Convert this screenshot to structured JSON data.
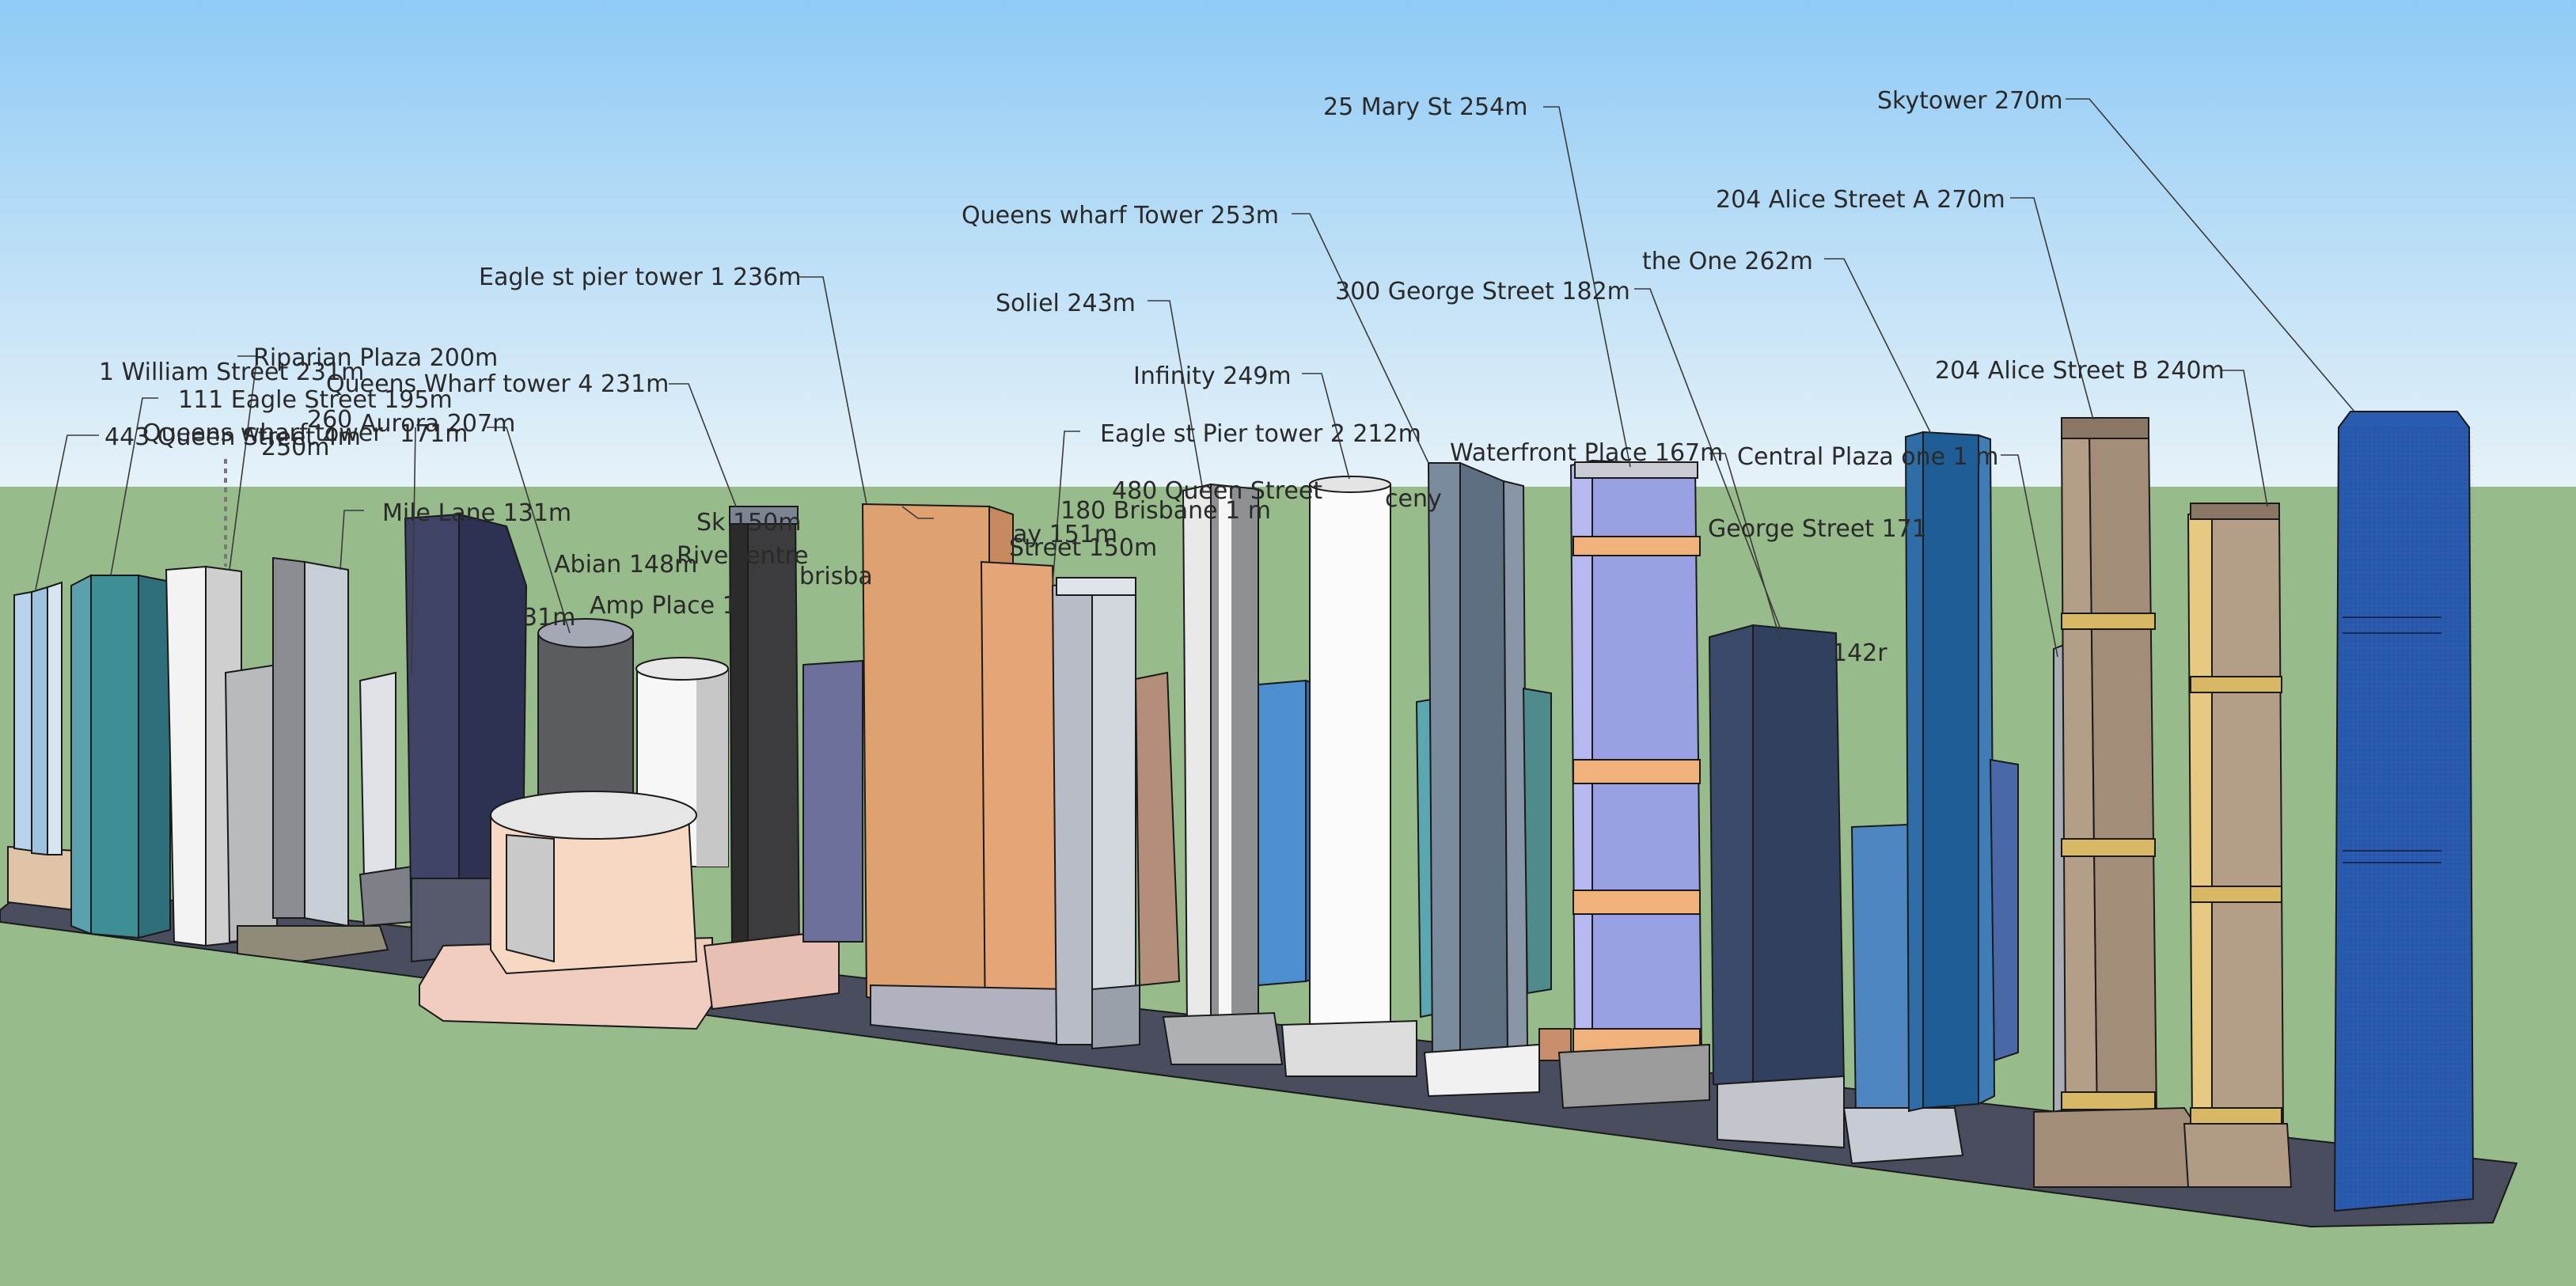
{
  "model": {
    "colors": {
      "sky_top": "#8fcaf5",
      "sky_bottom": "#e6f2f8",
      "ground": "#97bb8a",
      "base_plate": "#4a4d5e"
    },
    "labels": [
      {
        "id": "skytower",
        "text": "Skytower 270m"
      },
      {
        "id": "mary25",
        "text": "25 Mary St 254m"
      },
      {
        "id": "alice204a",
        "text": "204 Alice Street A 270m"
      },
      {
        "id": "queenswharf253",
        "text": "Queens wharf Tower 253m"
      },
      {
        "id": "theone",
        "text": "the One 262m"
      },
      {
        "id": "soliel",
        "text": "Soliel 243m"
      },
      {
        "id": "george300",
        "text": "300 George Street 182m"
      },
      {
        "id": "eaglepier1",
        "text": "Eagle st pier tower 1 236m"
      },
      {
        "id": "infinity",
        "text": "Infinity 249m"
      },
      {
        "id": "alice204b",
        "text": "204 Alice Street B 240m"
      },
      {
        "id": "riparian",
        "text": "Riparian Plaza 200m"
      },
      {
        "id": "william1",
        "text": "1 William Street 231m"
      },
      {
        "id": "qwt4",
        "text": "Queens Wharf tower 4 231m"
      },
      {
        "id": "eaglepier2",
        "text": "Eagle st Pier tower 2 212m"
      },
      {
        "id": "eagle111",
        "text": "111 Eagle Street 195m"
      },
      {
        "id": "aurora",
        "text": "Aurora 207m"
      },
      {
        "id": "waterfront",
        "text": "Waterfront Place 167m"
      },
      {
        "id": "centralplaza",
        "text": "Central Plaza one 1 m"
      },
      {
        "id": "queen443",
        "text": "443 Queen Street 4m"
      },
      {
        "id": "qwtower",
        "text": "Queens wharf tower"
      },
      {
        "id": "num260",
        "text": "260"
      },
      {
        "id": "num250",
        "text": "250m"
      },
      {
        "id": "num171",
        "text": "171m"
      },
      {
        "id": "queen480",
        "text": "480 Queen Street"
      },
      {
        "id": "brisbane180",
        "text": "180 Brisbane 1 m"
      },
      {
        "id": "milelane",
        "text": "Mile Lane 131m"
      },
      {
        "id": "skypoint",
        "text": "Sk   150m"
      },
      {
        "id": "wharf151",
        "text": "ay 151m"
      },
      {
        "id": "georgest171",
        "text": "George Street 171"
      },
      {
        "id": "abian",
        "text": "Abian 148m"
      },
      {
        "id": "riverside",
        "text": "River   entre"
      },
      {
        "id": "brisb",
        "text": "brisba"
      },
      {
        "id": "street150",
        "text": "Street 150m"
      },
      {
        "id": "ampplace",
        "text": "Amp Place 1"
      },
      {
        "id": "m31",
        "text": "31m"
      },
      {
        "id": "m142",
        "text": "142r"
      },
      {
        "id": "ceny",
        "text": "ceny"
      }
    ]
  }
}
